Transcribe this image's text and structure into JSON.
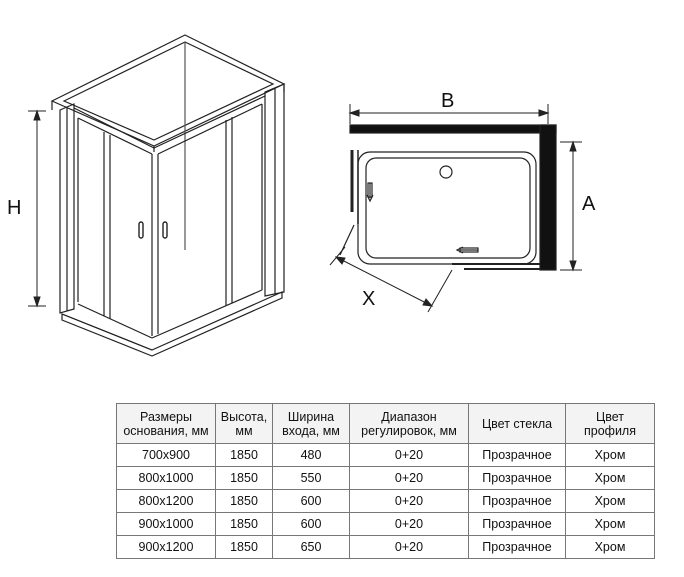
{
  "drawing": {
    "labels": {
      "height": "H",
      "width": "B",
      "depth": "A",
      "entry": "X"
    }
  },
  "table": {
    "headers": [
      "Размеры основания, мм",
      "Высота, мм",
      "Ширина входа, мм",
      "Диапазон регулировок, мм",
      "Цвет стекла",
      "Цвет профиля"
    ],
    "rows": [
      [
        "700x900",
        "1850",
        "480",
        "0+20",
        "Прозрачное",
        "Хром"
      ],
      [
        "800x1000",
        "1850",
        "550",
        "0+20",
        "Прозрачное",
        "Хром"
      ],
      [
        "800x1200",
        "1850",
        "600",
        "0+20",
        "Прозрачное",
        "Хром"
      ],
      [
        "900x1000",
        "1850",
        "600",
        "0+20",
        "Прозрачное",
        "Хром"
      ],
      [
        "900x1200",
        "1850",
        "650",
        "0+20",
        "Прозрачное",
        "Хром"
      ]
    ]
  }
}
